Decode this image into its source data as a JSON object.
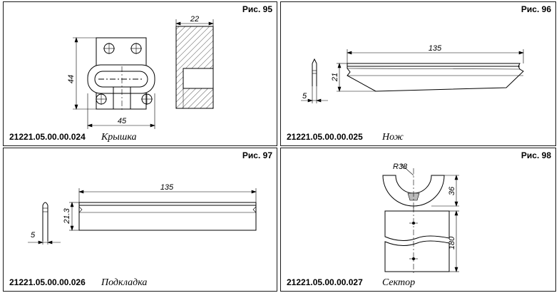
{
  "panels": [
    {
      "figure": "Рис. 95",
      "code": "21221.05.00.00.024",
      "name": "Крышка",
      "dims": {
        "height": "44",
        "width": "45",
        "thickness": "22"
      }
    },
    {
      "figure": "Рис. 96",
      "code": "21221.05.00.00.025",
      "name": "Нож",
      "dims": {
        "length": "135",
        "height": "21",
        "thickness": "5"
      }
    },
    {
      "figure": "Рис. 97",
      "code": "21221.05.00.00.026",
      "name": "Подкладка",
      "dims": {
        "length": "135",
        "height": "21.3",
        "thickness": "5"
      }
    },
    {
      "figure": "Рис. 98",
      "code": "21221.05.00.00.027",
      "name": "Сектор",
      "dims": {
        "radius": "R38",
        "height": "36",
        "length": "180"
      }
    }
  ]
}
